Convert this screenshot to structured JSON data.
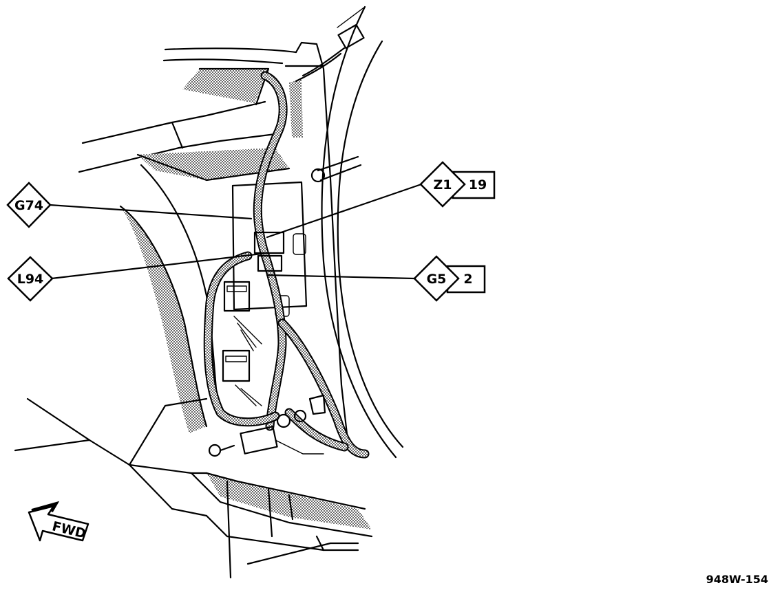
{
  "callouts": {
    "g74": "G74",
    "l94": "L94",
    "z1": "Z1",
    "z1_pin": "19",
    "g5": "G5",
    "g5_pin": "2"
  },
  "direction_label": "FWD",
  "figure_id": "948W-154",
  "icons": [
    "forward-arrow-icon"
  ]
}
